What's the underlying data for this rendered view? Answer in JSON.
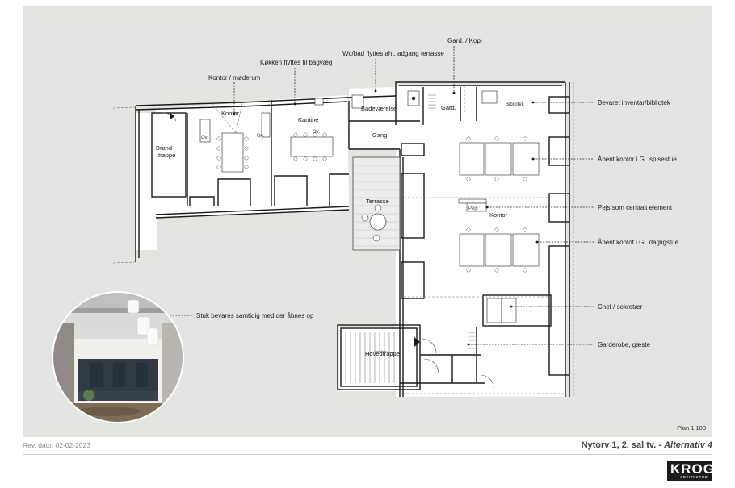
{
  "annotations": {
    "kontor_moderum": "Kontor / møderum",
    "kokken": "Køkken flyttes til bagvæg",
    "wc_bad": "Wc/bad flyttes aht. adgang terrasse",
    "gard_kopi": "Gard. / Kopi",
    "bevaret": "Bevaret inventar/bibliotek",
    "aabent_spisestue": "Åbent kontor i Gl. spisestue",
    "pejs": "Pejs som centralt element",
    "aabent_dagligstue": "Åbent kontot i Gl. dagligstue",
    "chef": "Chef / sekretær",
    "garderobe": "Garderobe, gæste",
    "stuk": "Stuk bevares samtidig med der åbnes op"
  },
  "rooms": {
    "brand": "Brand-",
    "trappe": "trappe",
    "kontor1": "Kontor",
    "kantine": "Kantine",
    "ov1": "Ov.",
    "ov2": "Ov.",
    "ov3": "Ov.",
    "badevaerelse": "Badeværelse",
    "gard": "Gard.",
    "bibliotek": "Bibliotek",
    "gang": "Gang",
    "terrasse": "Terrasse",
    "pejs_small": "Pejs",
    "kontor2": "Kontor",
    "hovedtrappe": "Hovedtrappe"
  },
  "footer": {
    "rev": "Rev. dato: 02-02-2023",
    "title": "Nytorv 1, 2. sal tv.",
    "dash": " - ",
    "alt": "Alternativ 4",
    "scale": "Plan 1:100"
  },
  "logo": {
    "name": "KROGH",
    "sub": "ARKITEKTUR"
  },
  "colors": {
    "sheet": "#e4e4e1",
    "floor": "#ffffff",
    "wall": "#1a1a1a"
  }
}
